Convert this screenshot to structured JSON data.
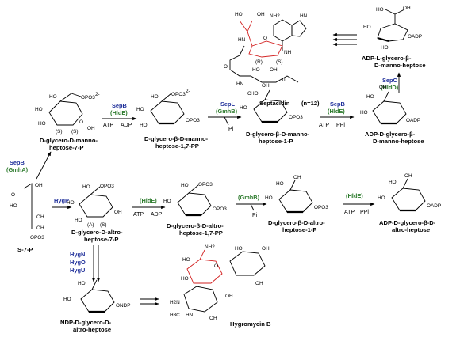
{
  "septacidin": {
    "label": "Septacidin",
    "suffix": "(n=12)"
  },
  "compounds": {
    "s7p": "S-7-P",
    "dd_manno_7p": [
      "D-glycero-D-manno-",
      "heptose-7-P"
    ],
    "dd_manno_17pp": [
      "D-glycero-β-D-manno-",
      "heptose-1,7-PP"
    ],
    "dd_manno_1p": [
      "D-glycero-β-D-manno-",
      "heptose-1-P"
    ],
    "adp_dd_manno": [
      "ADP-D-glycero-β-",
      "D-manno-heptose"
    ],
    "adp_ld_manno": [
      "ADP-L-glycero-β-",
      "D-manno-heptose"
    ],
    "dd_altro_7p": [
      "D-glycero-D-altro-",
      "heptose-7-P"
    ],
    "dd_altro_17pp": [
      "D-glycero-β-D-altro-",
      "heptose-1,7-PP"
    ],
    "dd_altro_1p": [
      "D-glycero-β-D-altro-",
      "heptose-1-P"
    ],
    "adp_dd_altro": [
      "ADP-D-glycero-β-D-",
      "altro-heptose"
    ],
    "ndp_dd_altro": [
      "NDP-D-glycero-D-",
      "altro-heptose"
    ],
    "hygromycin": "Hygromycin B"
  },
  "enzymes": {
    "sepb_gmha": [
      "SepB",
      "(GmhA)"
    ],
    "sepb_hlde_1": [
      "SepB",
      "(HldE)"
    ],
    "sepl_gmhb": [
      "SepL",
      "(GmhB)"
    ],
    "sepb_hlde_2": [
      "SepB",
      "(HldE)"
    ],
    "sepc_hldd": [
      "SepC",
      "(HldD)"
    ],
    "hygp": "HygP",
    "hlde_1": "(HldE)",
    "gmhb": "(GmhB)",
    "hlde_2": "(HldE)",
    "hyg_nou": [
      "HygN",
      "HygO",
      "HygU"
    ]
  },
  "cofactors": {
    "atp": "ATP",
    "adp": "ADP",
    "ppi": "PPi",
    "pi": "Pi"
  },
  "atoms": {
    "ho": "HO",
    "oh": "OH",
    "o": "O",
    "opo3": "OPO3",
    "opo3_charge": "2-",
    "oadp": "OADP",
    "ondp": "ONDP",
    "h2n": "H2N",
    "nh2": "NH2",
    "h3c": "H3C",
    "hn": "HN",
    "n": "N",
    "nh": "NH",
    "h": "H",
    "stereo_s": "(S)",
    "stereo_r": "(R)",
    "stereo_a": "(A)",
    "n_sub": "n"
  },
  "colors": {
    "enzyme_blue": "#1f2f9a",
    "enzyme_green": "#2c7a2c",
    "highlight_red": "#d21f1f"
  }
}
